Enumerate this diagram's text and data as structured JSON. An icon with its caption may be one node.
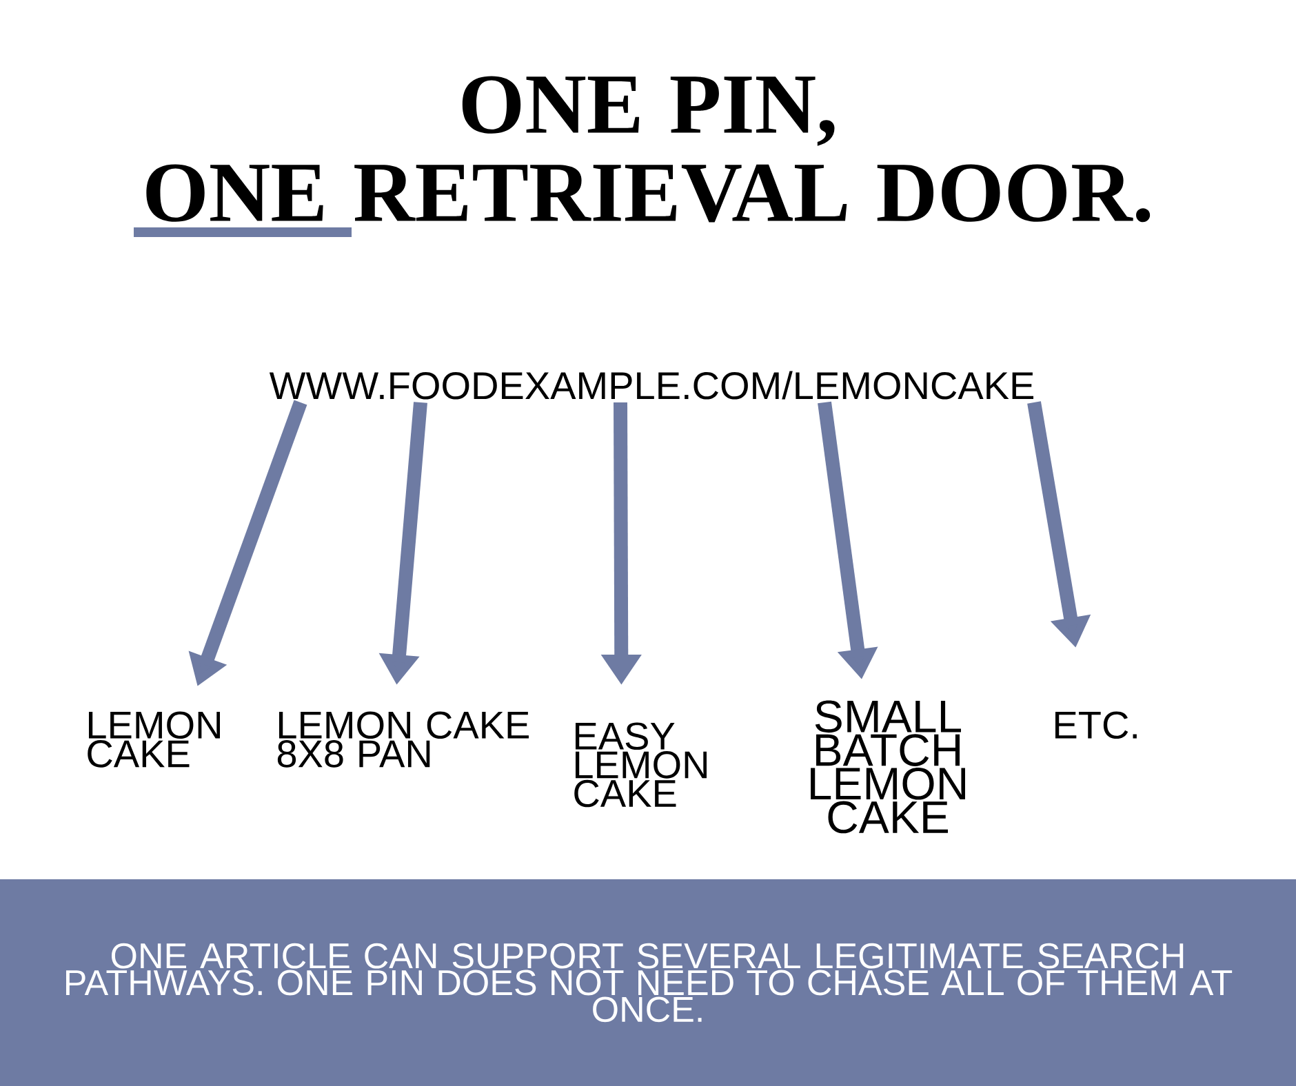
{
  "diagram": {
    "title": "ONE PIN, ONE RETRIEVAL DOOR.",
    "nodes": [
      {
        "text": [
          "WWW.FOODEXAMPLE.COM/LEMONCAKE"
        ]
      },
      {
        "text": [
          "LEMON CAKE"
        ]
      },
      {
        "text": [
          "LEMON CAKE 8X8 PAN"
        ]
      },
      {
        "text": [
          "EASY LEMON CAKE"
        ]
      },
      {
        "text": [
          "SMALL BATCH LEMON CAKE"
        ]
      },
      {
        "text": [
          "ETC."
        ]
      },
      {
        "text": [
          "ONE ARTICLE CAN SUPPORT SEVERAL LEGITIMATE SEARCH PATHWAYS. ONE PIN DOES NOT NEED TO CHASE ALL OF THEM AT ONCE."
        ]
      }
    ],
    "edges": [
      {
        "from": 0,
        "to": 1,
        "arrow": "to"
      },
      {
        "from": 0,
        "to": 2,
        "arrow": "to"
      },
      {
        "from": 0,
        "to": 3,
        "arrow": "to"
      },
      {
        "from": 0,
        "to": 4,
        "arrow": "to"
      },
      {
        "from": 0,
        "to": 5,
        "arrow": "to"
      }
    ]
  }
}
